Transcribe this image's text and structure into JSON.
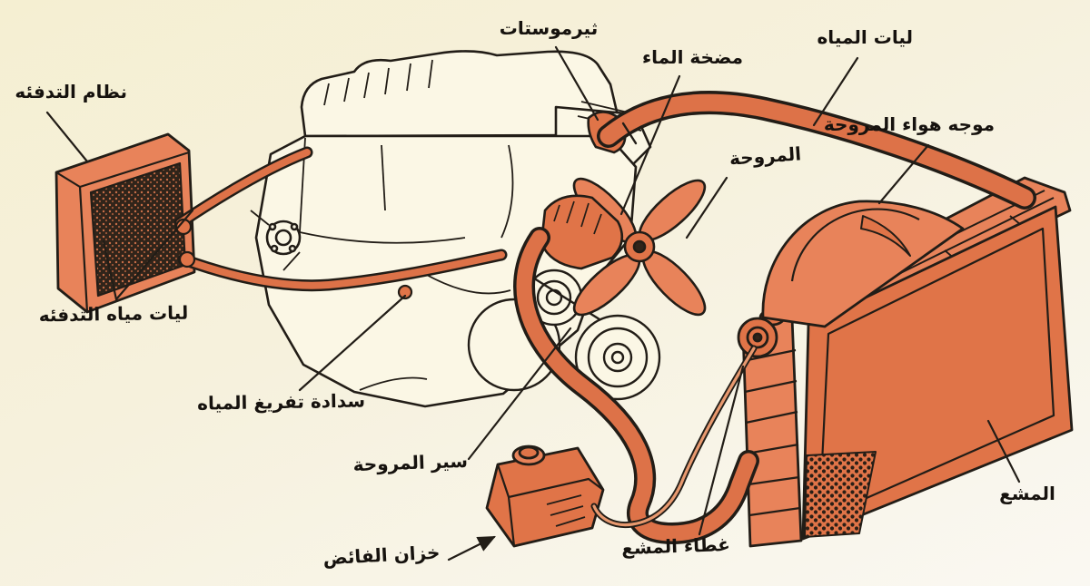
{
  "diagram": {
    "labels": [
      {
        "id": "heating-system",
        "text": "نظام التدفئه"
      },
      {
        "id": "heating-water-hoses",
        "text": "ليات مياه التدفئه"
      },
      {
        "id": "water-drain-plug",
        "text": "سدادة تفريغ المياه"
      },
      {
        "id": "fan-belt",
        "text": "سير المروحة"
      },
      {
        "id": "overflow-tank",
        "text": "خزان الفائض"
      },
      {
        "id": "thermostat",
        "text": "ثيرموستات"
      },
      {
        "id": "water-pump",
        "text": "مضخة الماء"
      },
      {
        "id": "fan",
        "text": "المروحة"
      },
      {
        "id": "water-hoses",
        "text": "ليات المياه"
      },
      {
        "id": "fan-air-shroud",
        "text": "موجه هواء المروحة"
      },
      {
        "id": "radiator-cap",
        "text": "غطاء المشع"
      },
      {
        "id": "radiator",
        "text": "المشع"
      }
    ],
    "colors": {
      "bg_top": "#f5efd2",
      "bg_bottom": "#faf8f2",
      "orange": "#e07448",
      "orange_light": "#e8835a",
      "orange_hose": "#dd7248",
      "outline": "#221d17",
      "engine_fill": "#fbf7e5",
      "core_dark": "#30241a",
      "text": "#16120e"
    }
  }
}
